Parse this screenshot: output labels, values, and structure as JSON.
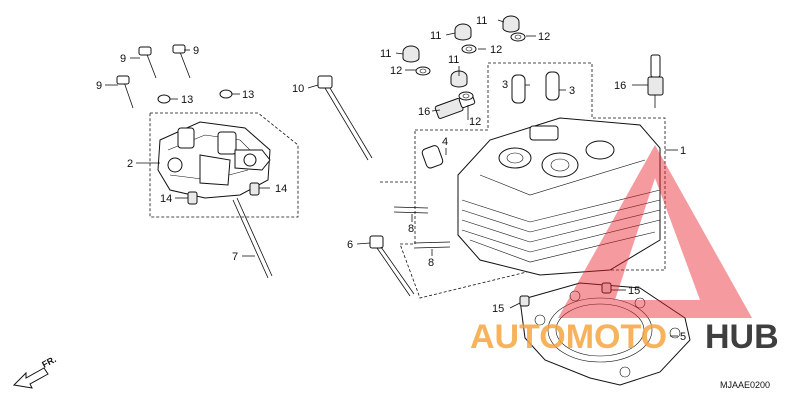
{
  "callouts": {
    "c1": "1",
    "c2": "2",
    "c3a": "3",
    "c3b": "3",
    "c4": "4",
    "c5": "5",
    "c6": "6",
    "c7": "7",
    "c8a": "8",
    "c8b": "8",
    "c9a": "9",
    "c9b": "9",
    "c9c": "9",
    "c10": "10",
    "c11a": "11",
    "c11b": "11",
    "c11c": "11",
    "c11d": "11",
    "c12a": "12",
    "c12b": "12",
    "c12c": "12",
    "c12d": "12",
    "c13a": "13",
    "c13b": "13",
    "c14a": "14",
    "c14b": "14",
    "c15a": "15",
    "c15b": "15",
    "c16a": "16",
    "c16b": "16"
  },
  "diagram_code": "MJAAE0200",
  "front_indicator": "FR.",
  "watermark": {
    "left": "AUTOMOTO",
    "right": "HUB"
  },
  "colors": {
    "watermark_red": "#e8202a",
    "watermark_orange": "#f4a640",
    "watermark_dark": "#2a2a2a"
  }
}
